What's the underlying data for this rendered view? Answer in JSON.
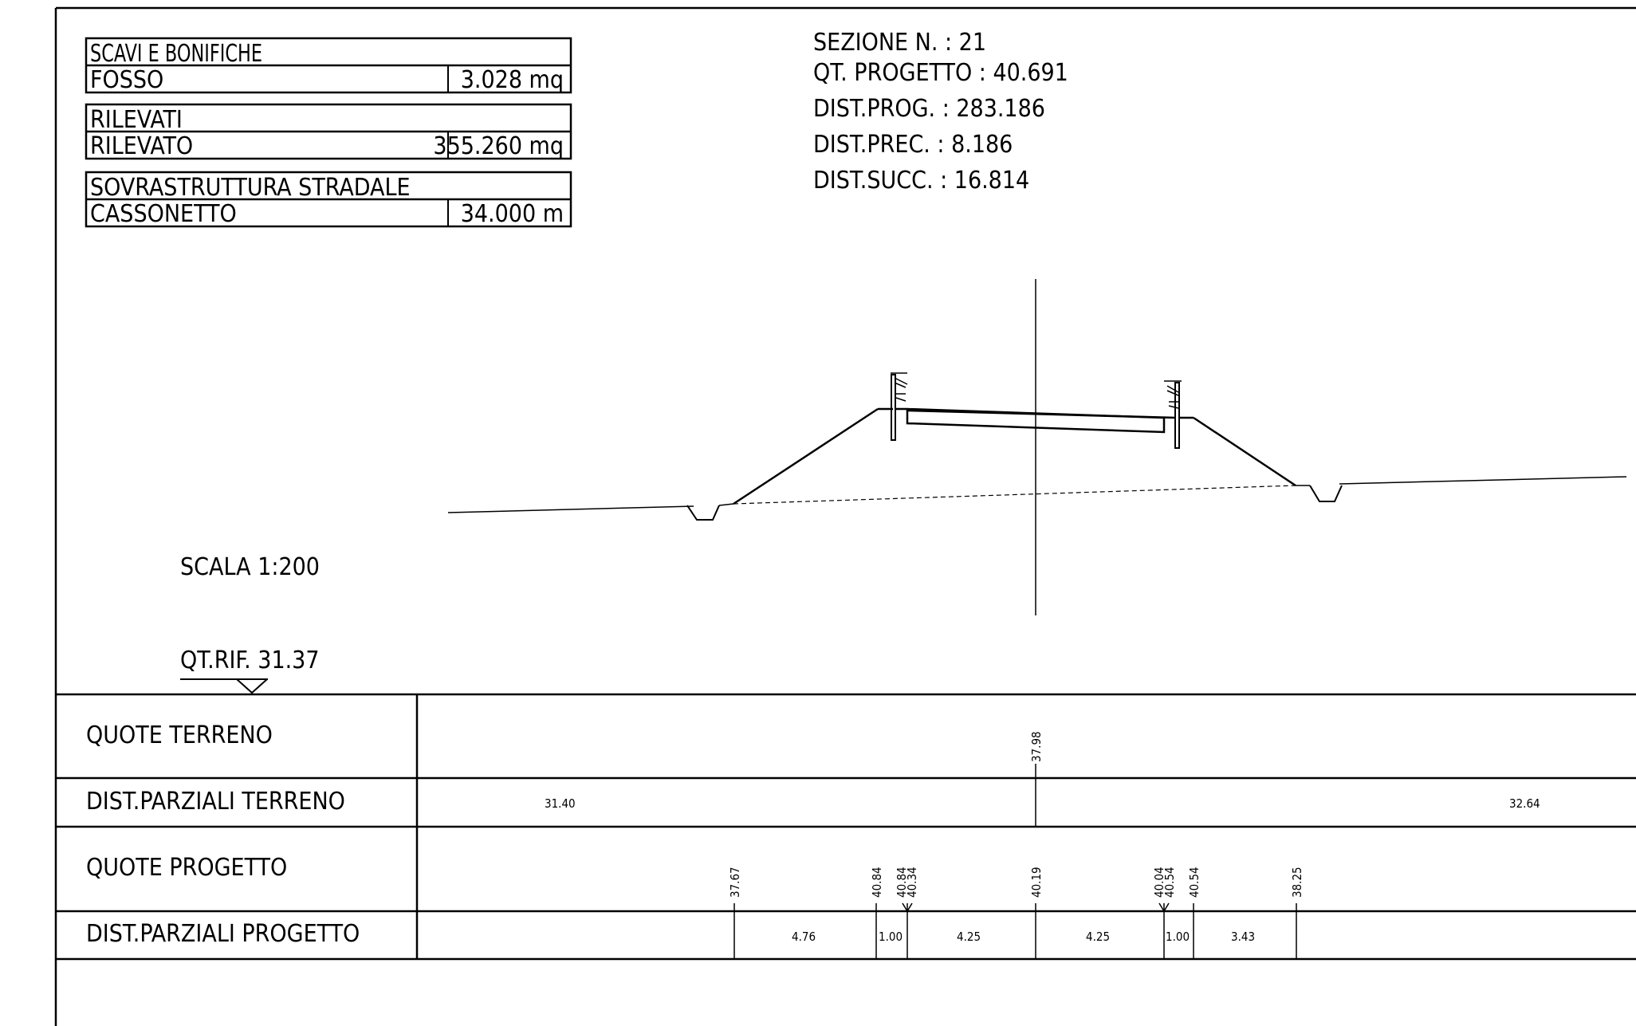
{
  "quantities": {
    "groups": [
      {
        "header": "SCAVI E BONIFICHE",
        "label": "FOSSO",
        "value": "3.028 mq"
      },
      {
        "header": "RILEVATI",
        "label": "RILEVATO",
        "value": "355.260 mq"
      },
      {
        "header": "SOVRASTRUTTURA STRADALE",
        "label": "CASSONETTO",
        "value": "34.000 m"
      }
    ]
  },
  "section_info": {
    "sezione": "SEZIONE N. : 21",
    "qt_progetto": "QT. PROGETTO : 40.691",
    "dist_prog": "DIST.PROG. : 283.186",
    "dist_prec": "DIST.PREC. : 8.186",
    "dist_succ": "DIST.SUCC. : 16.814"
  },
  "scale": "SCALA 1:200",
  "reference_level": "QT.RIF. 31.37",
  "profile_table": {
    "row_labels": [
      "QUOTE TERRENO",
      "DIST.PARZIALI TERRENO",
      "QUOTE PROGETTO",
      "DIST.PARZIALI PROGETTO"
    ],
    "terrain_elevations": [
      "37.98"
    ],
    "terrain_distances": [
      "31.40",
      "32.64"
    ],
    "project_elevations": [
      "37.67",
      "40.84",
      "40.84",
      "40.34",
      "40.19",
      "40.04",
      "40.54",
      "40.54",
      "38.25"
    ],
    "project_distances": [
      "4.76",
      "1.00",
      "4.25",
      "4.25",
      "1.00",
      "3.43"
    ]
  }
}
